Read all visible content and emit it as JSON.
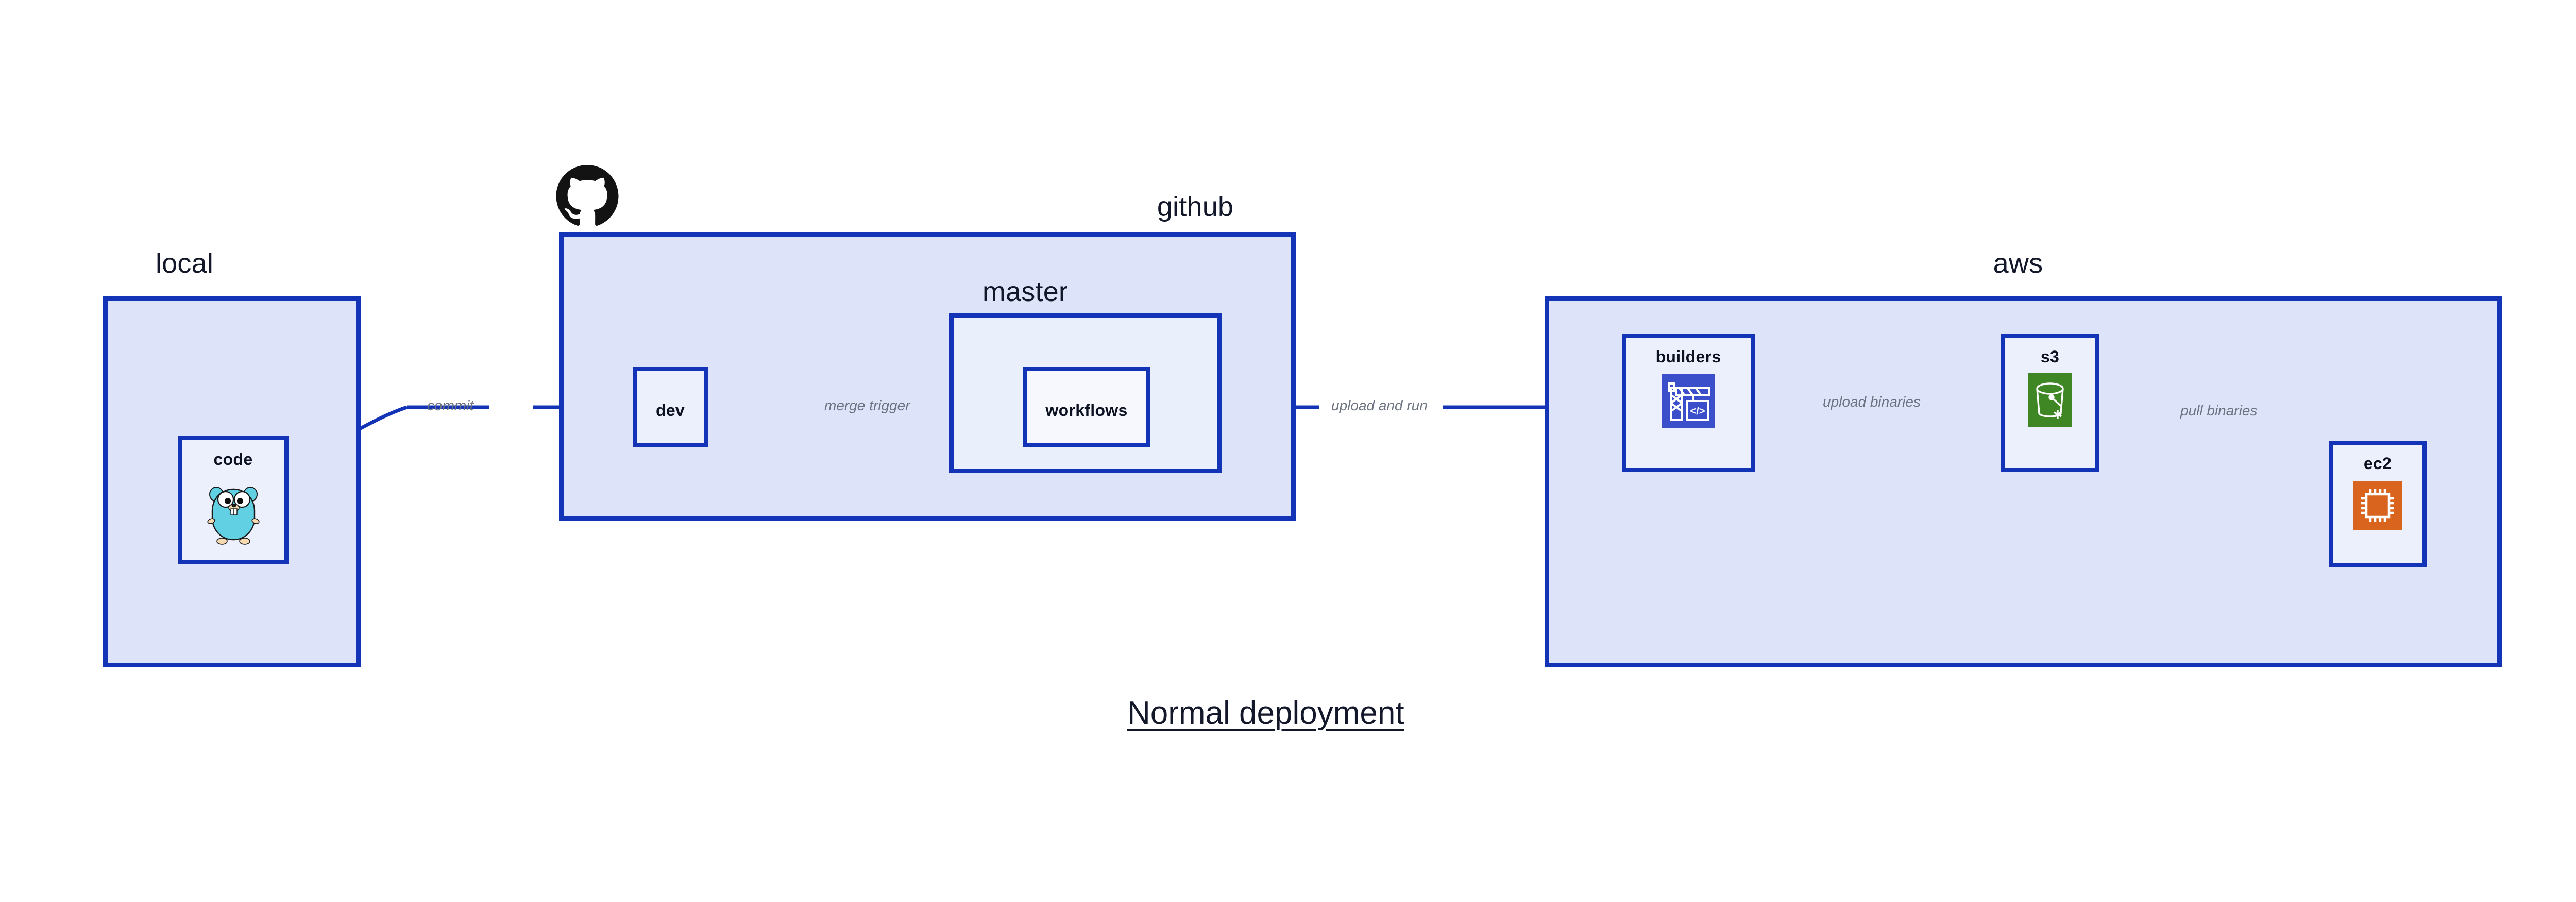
{
  "diagram": {
    "caption": "Normal deployment",
    "colors": {
      "group_border": "#1434b8",
      "group_fill": "#dde4fa",
      "nested_fill": "#eaeffc",
      "node_fill": "#ecf0fd",
      "node_fill_bright": "#f6f8fe",
      "edge_stroke": "#1434b8",
      "edge_label_text": "#6b7280",
      "heading_text": "#121729",
      "codebuild_orange_blue": "#3c4fcb",
      "s3_green": "#3f8624",
      "ec2_orange": "#d9641e",
      "gopher_cyan": "#61d0e3",
      "github_black": "#131313"
    },
    "groups": [
      {
        "id": "local",
        "label": "local"
      },
      {
        "id": "github",
        "label": "github"
      },
      {
        "id": "master",
        "label": "master"
      },
      {
        "id": "aws",
        "label": "aws"
      }
    ],
    "nodes": [
      {
        "id": "code",
        "label": "code",
        "icon": "go-gopher-icon"
      },
      {
        "id": "dev",
        "label": "dev",
        "icon": null
      },
      {
        "id": "workflows",
        "label": "workflows",
        "icon": null
      },
      {
        "id": "builders",
        "label": "builders",
        "icon": "aws-codebuild-icon"
      },
      {
        "id": "s3",
        "label": "s3",
        "icon": "aws-s3-icon"
      },
      {
        "id": "ec2",
        "label": "ec2",
        "icon": "aws-ec2-icon"
      }
    ],
    "edges": [
      {
        "id": "code-to-dev",
        "from": "code",
        "to": "dev",
        "label": "commit"
      },
      {
        "id": "dev-to-workflows",
        "from": "dev",
        "to": "workflows",
        "label": "merge trigger"
      },
      {
        "id": "workflows-to-builders",
        "from": "workflows",
        "to": "builders",
        "label": "upload and run"
      },
      {
        "id": "builders-to-s3",
        "from": "builders",
        "to": "s3",
        "label": "upload binaries"
      },
      {
        "id": "s3-to-ec2",
        "from": "s3",
        "to": "ec2",
        "label": "pull binaries"
      }
    ],
    "logos": [
      {
        "id": "github-logo",
        "name": "github-octocat-icon"
      }
    ]
  }
}
